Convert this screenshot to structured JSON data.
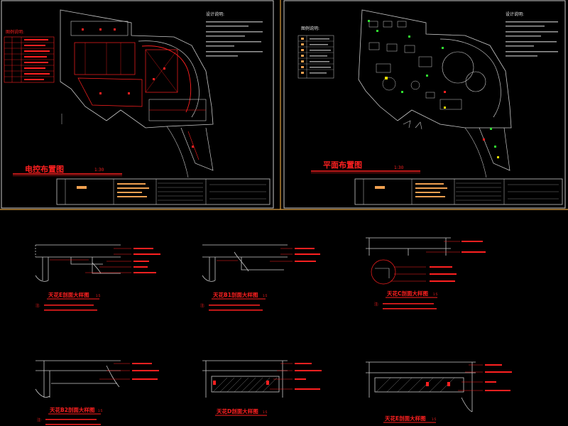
{
  "colors": {
    "frame": "#c9c9c9",
    "red": "#ff2020",
    "white": "#e8e8e8",
    "orange": "#f0a050",
    "green": "#30e030",
    "yellow": "#f5e000",
    "divider": "#e0a040"
  },
  "sheet_left": {
    "title": "电控布置图",
    "scale": "1:30",
    "legend_title": "图例说明:",
    "notes_title": "设计说明:"
  },
  "sheet_right": {
    "title": "平面布置图",
    "scale": "1:30",
    "legend_title": "图例说明:",
    "notes_title": "设计说明:"
  },
  "details": [
    {
      "title": "天花E剖面大样图",
      "scale": "1:5",
      "notes": "注:"
    },
    {
      "title": "天花B1剖面大样图",
      "scale": "1:5",
      "notes": "注:"
    },
    {
      "title": "天花C剖面大样图",
      "scale": "1:5",
      "notes": "注:"
    },
    {
      "title": "天花B2剖面大样图",
      "scale": "1:5",
      "notes": "注:"
    },
    {
      "title": "天花D剖面大样图",
      "scale": "1:5",
      "notes": ""
    },
    {
      "title": "天花E剖面大样图",
      "scale": "1:5",
      "notes": ""
    }
  ]
}
